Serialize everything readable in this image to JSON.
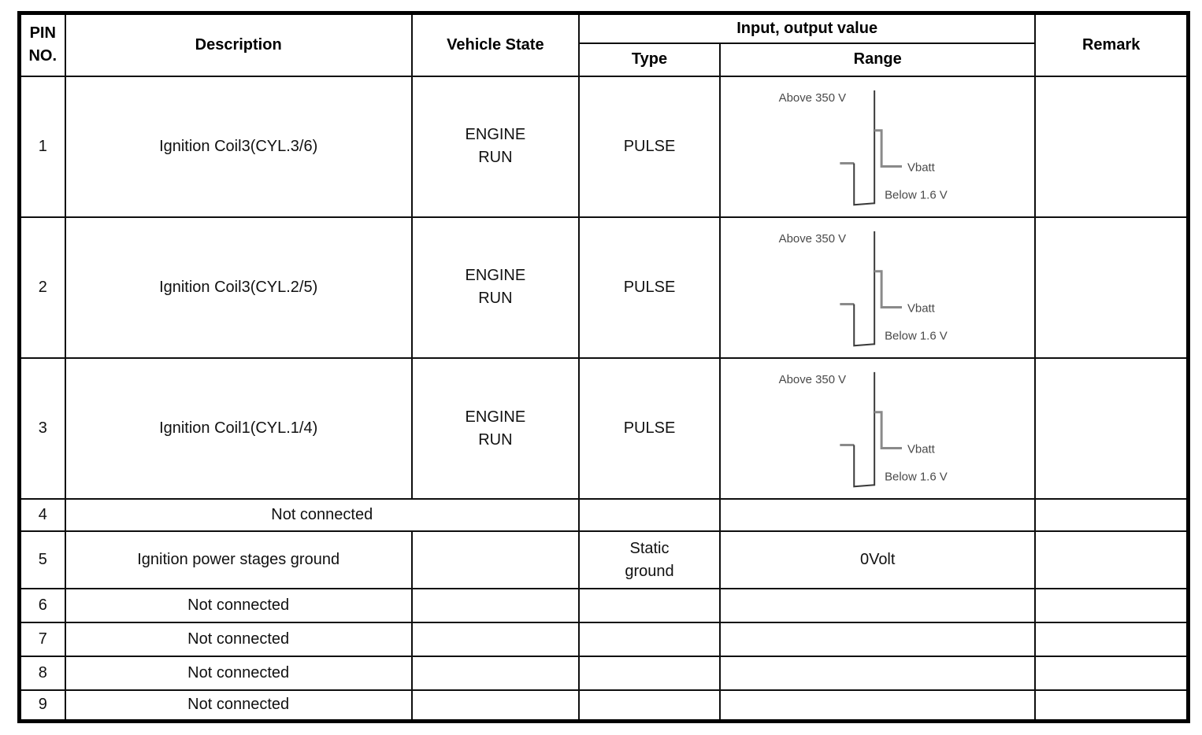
{
  "table": {
    "header": {
      "pin_no": "PIN\nNO.",
      "description": "Description",
      "vehicle_state": "Vehicle State",
      "input_output_value": "Input, output value",
      "type": "Type",
      "range": "Range",
      "remark": "Remark"
    },
    "waveform": {
      "above": "Above 350 V",
      "vbatt": "Vbatt",
      "below": "Below 1.6 V"
    },
    "rows": [
      {
        "pin": "1",
        "description": "Ignition Coil3(CYL.3/6)",
        "vehicle_state": "ENGINE\nRUN",
        "type": "PULSE",
        "remark": ""
      },
      {
        "pin": "2",
        "description": "Ignition Coil3(CYL.2/5)",
        "vehicle_state": "ENGINE\nRUN",
        "type": "PULSE",
        "remark": ""
      },
      {
        "pin": "3",
        "description": "Ignition Coil1(CYL.1/4)",
        "vehicle_state": "ENGINE\nRUN",
        "type": "PULSE",
        "remark": ""
      },
      {
        "pin": "4",
        "description": "Not connected",
        "type": "",
        "range": "",
        "remark": ""
      },
      {
        "pin": "5",
        "description": "Ignition power stages ground",
        "vehicle_state": "",
        "type": "Static\nground",
        "range": "0Volt",
        "remark": ""
      },
      {
        "pin": "6",
        "description": "Not connected",
        "vehicle_state": "",
        "type": "",
        "range": "",
        "remark": ""
      },
      {
        "pin": "7",
        "description": "Not connected",
        "vehicle_state": "",
        "type": "",
        "range": "",
        "remark": ""
      },
      {
        "pin": "8",
        "description": "Not connected",
        "vehicle_state": "",
        "type": "",
        "range": "",
        "remark": ""
      },
      {
        "pin": "9",
        "description": "Not connected",
        "vehicle_state": "",
        "type": "",
        "range": "",
        "remark": ""
      }
    ]
  }
}
